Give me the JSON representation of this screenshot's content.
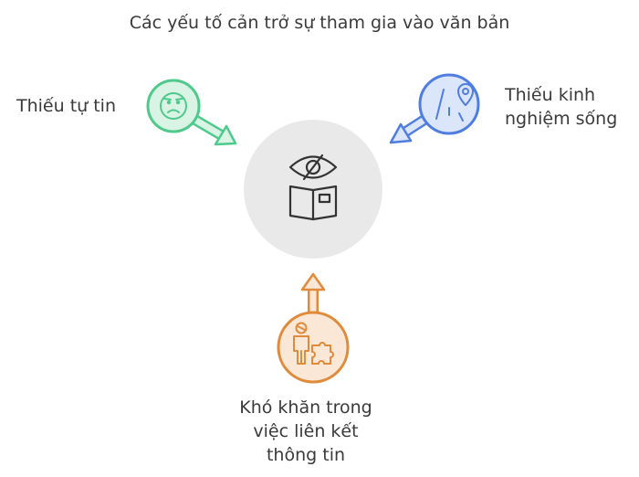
{
  "title": "Các yếu tố cản trở sự tham gia vào văn bản",
  "factors": {
    "left": {
      "label": "Thiếu tự tin",
      "icon": "sad-face-icon",
      "color": "#4fc98c"
    },
    "right": {
      "label_line1": "Thiếu kinh",
      "label_line2": "nghiệm sống",
      "icon": "map-pin-road-icon",
      "color": "#4f7ee0"
    },
    "bottom": {
      "label_line1": "Khó khăn trong",
      "label_line2": "việc liên kết",
      "label_line3": "thông tin",
      "icon": "person-puzzle-icon",
      "color": "#e08a3b"
    }
  },
  "center": {
    "icon": "eye-book-icon"
  }
}
